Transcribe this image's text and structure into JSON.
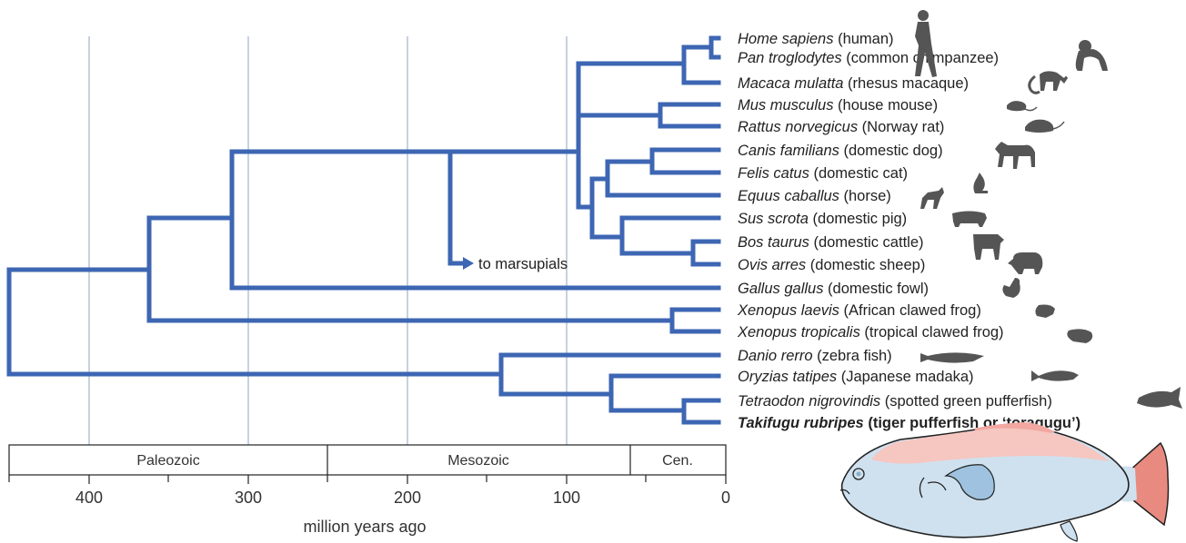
{
  "species": [
    {
      "latin": "Home sapiens",
      "common": "(human)",
      "icon": "human-icon"
    },
    {
      "latin": "Pan troglodytes",
      "common": "(common chimpanzee)",
      "icon": "chimpanzee-icon"
    },
    {
      "latin": "Macaca mulatta",
      "common": "(rhesus macaque)",
      "icon": "macaque-icon"
    },
    {
      "latin": "Mus musculus",
      "common": "(house mouse)",
      "icon": "mouse-icon"
    },
    {
      "latin": "Rattus norvegicus",
      "common": "(Norway rat)",
      "icon": "rat-icon"
    },
    {
      "latin": "Canis familians",
      "common": "(domestic dog)",
      "icon": "dog-icon"
    },
    {
      "latin": "Felis catus",
      "common": "(domestic cat)",
      "icon": "cat-icon"
    },
    {
      "latin": "Equus caballus",
      "common": "(horse)",
      "icon": "horse-icon"
    },
    {
      "latin": "Sus scrota",
      "common": "(domestic pig)",
      "icon": "pig-icon"
    },
    {
      "latin": "Bos taurus",
      "common": "(domestic cattle)",
      "icon": "cattle-icon"
    },
    {
      "latin": "Ovis arres",
      "common": "(domestic sheep)",
      "icon": "sheep-icon"
    },
    {
      "latin": "Gallus gallus",
      "common": "(domestic fowl)",
      "icon": "chicken-icon"
    },
    {
      "latin": "Xenopus laevis",
      "common": "(African clawed frog)",
      "icon": "frog-icon"
    },
    {
      "latin": "Xenopus tropicalis",
      "common": "(tropical clawed frog)",
      "icon": "frog-icon"
    },
    {
      "latin": "Danio rerro",
      "common": "(zebra fish)",
      "icon": "zebrafish-icon"
    },
    {
      "latin": "Oryzias tatipes",
      "common": "(Japanese madaka)",
      "icon": "medaka-icon"
    },
    {
      "latin": "Tetraodon nigrovindis",
      "common": "(spotted green pufferfish)",
      "icon": "pufferfish-icon"
    },
    {
      "latin": "Takifugu rubripes",
      "common": "(tiger pufferfish or ‘toragugu’)",
      "icon": "fugu-illustration",
      "bold": true
    }
  ],
  "annotation": "to marsupials",
  "axis": {
    "xlabel": "million years ago",
    "ticks": [
      {
        "value": 400,
        "label": "400"
      },
      {
        "value": 300,
        "label": "300"
      },
      {
        "value": 200,
        "label": "200"
      },
      {
        "value": 100,
        "label": "100"
      },
      {
        "value": 0,
        "label": "0"
      }
    ],
    "minor_ticks": [
      450,
      350,
      250,
      150,
      50
    ],
    "range": [
      450,
      0
    ]
  },
  "eras": [
    {
      "label": "Paleozoic",
      "from": 450,
      "to": 251
    },
    {
      "label": "Mesozoic",
      "from": 251,
      "to": 61
    },
    {
      "label": "Cen.",
      "from": 61,
      "to": 0
    }
  ],
  "colors": {
    "branch": "#3d66b3",
    "grid": "#9fb3cc",
    "silhouette": "#555555"
  }
}
